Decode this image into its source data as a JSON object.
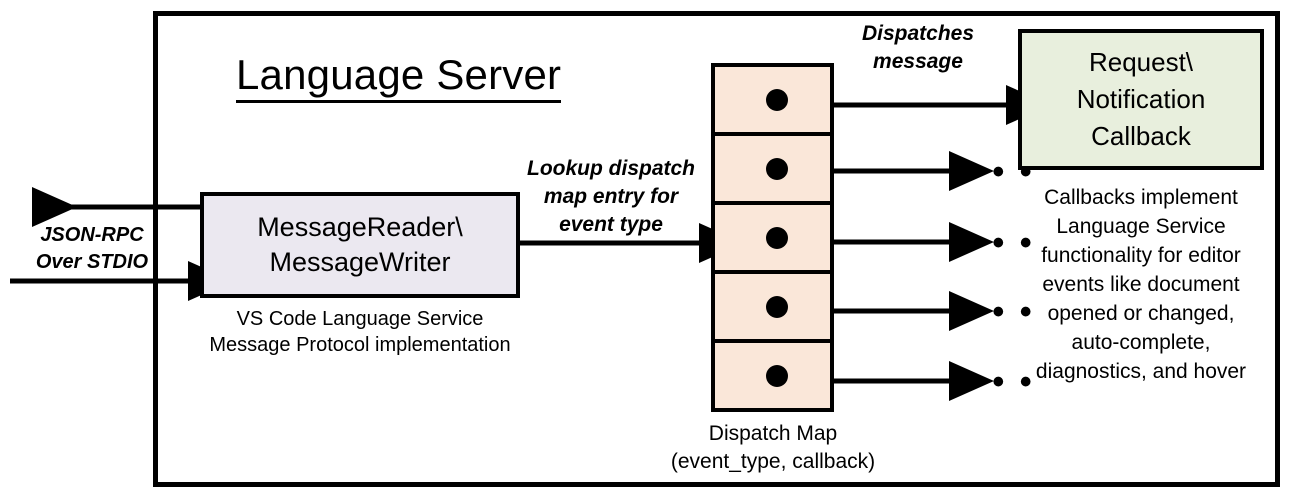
{
  "diagram": {
    "title": "Language Server",
    "frame_name": "language-server-boundary"
  },
  "external_io": {
    "label_line1": "JSON-RPC",
    "label_line2": "Over STDIO",
    "outbound_arrow": "arrow-out-to-client",
    "inbound_arrow": "arrow-in-from-client"
  },
  "reader_writer": {
    "line1": "MessageReader\\",
    "line2": "MessageWriter",
    "caption_line1": "VS Code Language Service",
    "caption_line2": "Message Protocol implementation",
    "fill": "#ebe8f0"
  },
  "lookup": {
    "line1": "Lookup dispatch",
    "line2": "map entry for",
    "line3": "event type"
  },
  "dispatch_map": {
    "caption_line1": "Dispatch Map",
    "caption_line2": "(event_type, callback)",
    "fill": "#fae7d9",
    "entries": [
      {
        "id": "entry-1",
        "dot": "callback-dot"
      },
      {
        "id": "entry-2",
        "dot": "callback-dot"
      },
      {
        "id": "entry-3",
        "dot": "callback-dot"
      },
      {
        "id": "entry-4",
        "dot": "callback-dot"
      },
      {
        "id": "entry-5",
        "dot": "callback-dot"
      }
    ],
    "count": 5
  },
  "dispatch_message": {
    "line1": "Dispatches",
    "line2": "message"
  },
  "callback": {
    "line1": "Request\\",
    "line2": "Notification",
    "line3": "Callback",
    "fill": "#e8efdd",
    "caption_line1": "Callbacks implement",
    "caption_line2": "Language Service",
    "caption_line3": "functionality for editor",
    "caption_line4": "events like document",
    "caption_line5": "opened or changed,",
    "caption_line6": "auto-complete,",
    "caption_line7": "diagnostics, and hover"
  },
  "ellipses": {
    "glyph": "• • •",
    "count": 4
  },
  "colors": {
    "stroke": "#000000",
    "background": "#ffffff"
  }
}
